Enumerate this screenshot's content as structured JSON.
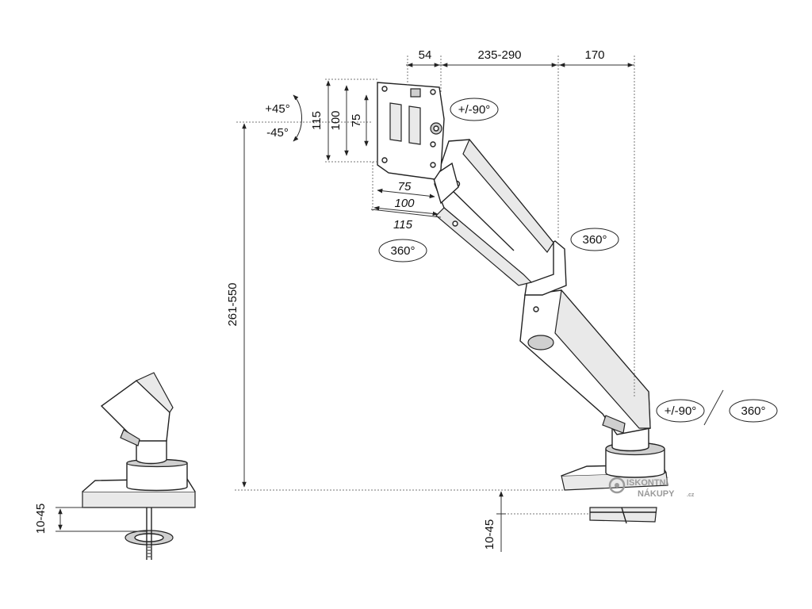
{
  "dimensions": {
    "plate_offset": "54",
    "arm_reach_1": "235-290",
    "arm_reach_2": "170",
    "height_range": "261-550",
    "desk_thickness_left": "10-45",
    "desk_thickness_right": "10-45"
  },
  "vesa": {
    "vertical": [
      "115",
      "100",
      "75"
    ],
    "horizontal": [
      "75",
      "100",
      "115"
    ]
  },
  "rotations": {
    "tilt_up": "+45°",
    "tilt_down": "-45°",
    "plate_rotate": "+/-90°",
    "swivel_head": "360°",
    "swivel_arm": "360°",
    "base_rotate": "+/-90°",
    "base_swivel": "360°"
  },
  "watermark": {
    "line1": "ISKONTNÍ",
    "line2": "NÁKUPY",
    "suffix": ".cz"
  }
}
